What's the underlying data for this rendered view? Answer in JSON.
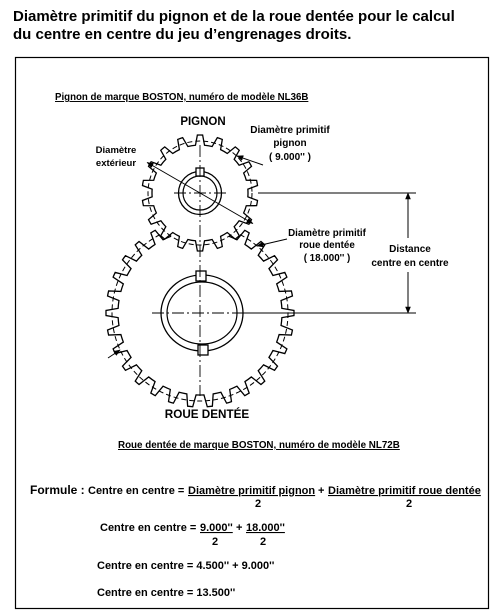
{
  "title": {
    "line1": "Diamètre primitif du pignon et de la roue dentée pour le calcul",
    "line2": "du centre en centre du jeu d’engrenages droits."
  },
  "diagram": {
    "pinion_brand_label": "Pignon de marque BOSTON, numéro de modèle NL36B",
    "pinion_title": "PIGNON",
    "pinion_pitch_label": [
      "Diamètre primitif",
      "pignon",
      "( 9.000'' )"
    ],
    "outer_diameter_label": [
      "Diamètre",
      "extérieur"
    ],
    "gear_pitch_label": [
      "Diamètre primitif",
      "roue dentée",
      "( 18.000'' )"
    ],
    "distance_label": [
      "Distance",
      "centre en centre"
    ],
    "gear_title": "ROUE DENTÉE",
    "gear_brand_label": "Roue dentée de marque BOSTON, numéro de modèle NL72B"
  },
  "formula": {
    "label": "Formule :",
    "general": {
      "lhs": "Centre en centre =",
      "num1": "Diamètre primitif pignon",
      "op": "+",
      "num2": "Diamètre primitif roue dentée",
      "den1": "2",
      "den2": "2"
    },
    "substituted": {
      "lhs": "Centre en centre =",
      "num1": "9.000''",
      "op": "+",
      "num2": "18.000''",
      "den1": "2",
      "den2": "2"
    },
    "halved": "Centre en centre = 4.500'' + 9.000''",
    "result": "Centre en centre = 13.500''"
  },
  "colors": {
    "ink": "#000000",
    "background": "#ffffff"
  }
}
